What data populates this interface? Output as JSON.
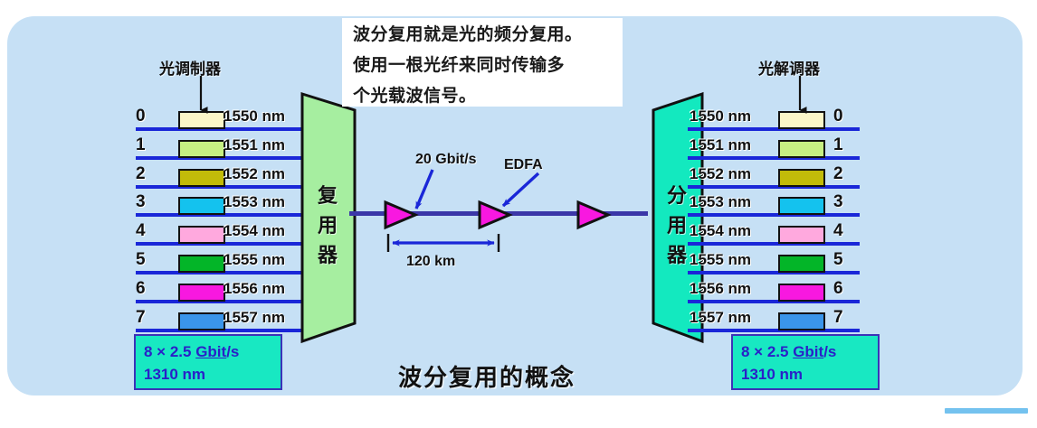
{
  "panel": {
    "bg": "#c6e0f5"
  },
  "callout": {
    "lines": [
      "波分复用就是光的频分复用。",
      "使用一根光纤来同时传输多",
      "个光载波信号。"
    ]
  },
  "left": {
    "modulator_label": "光调制器",
    "mux_label_chars": [
      "复",
      "用",
      "器"
    ],
    "mux_color": "#a6eea0",
    "channels": [
      {
        "num": "0",
        "wavelength": "1550 nm",
        "color": "#fbf6c8"
      },
      {
        "num": "1",
        "wavelength": "1551 nm",
        "color": "#c6ef82"
      },
      {
        "num": "2",
        "wavelength": "1552 nm",
        "color": "#c2bb09"
      },
      {
        "num": "3",
        "wavelength": "1553 nm",
        "color": "#14c2ee"
      },
      {
        "num": "4",
        "wavelength": "1554 nm",
        "color": "#ffa9de"
      },
      {
        "num": "5",
        "wavelength": "1555 nm",
        "color": "#03b528"
      },
      {
        "num": "6",
        "wavelength": "1556 nm",
        "color": "#f818e0"
      },
      {
        "num": "7",
        "wavelength": "1557 nm",
        "color": "#3a95ea"
      }
    ],
    "infobox": {
      "line1_a": "8 × 2.5 ",
      "line1_b": "Gbit",
      "line1_c": "/s",
      "line2": "1310 nm"
    }
  },
  "right": {
    "demodulator_label": "光解调器",
    "demux_label_chars": [
      "分",
      "用",
      "器"
    ],
    "demux_color": "#13e9bf",
    "channels": [
      {
        "num": "0",
        "wavelength": "1550 nm",
        "color": "#fbf6c8"
      },
      {
        "num": "1",
        "wavelength": "1551 nm",
        "color": "#c6ef82"
      },
      {
        "num": "2",
        "wavelength": "1552 nm",
        "color": "#c2bb09"
      },
      {
        "num": "3",
        "wavelength": "1553 nm",
        "color": "#14c2ee"
      },
      {
        "num": "4",
        "wavelength": "1554 nm",
        "color": "#ffa9de"
      },
      {
        "num": "5",
        "wavelength": "1555 nm",
        "color": "#03b528"
      },
      {
        "num": "6",
        "wavelength": "1556 nm",
        "color": "#f818e0"
      },
      {
        "num": "7",
        "wavelength": "1557 nm",
        "color": "#3a95ea"
      }
    ],
    "infobox": {
      "line1_a": "8 × 2.5 ",
      "line1_b": "Gbit",
      "line1_c": "/s",
      "line2": "1310 nm"
    }
  },
  "middle": {
    "rate_label": "20 Gbit/s",
    "edfa_label": "EDFA",
    "distance_label": "120 km",
    "amplifier_color": "#f818e0",
    "fiber_color": "#3b37a8"
  },
  "title": "波分复用的概念"
}
